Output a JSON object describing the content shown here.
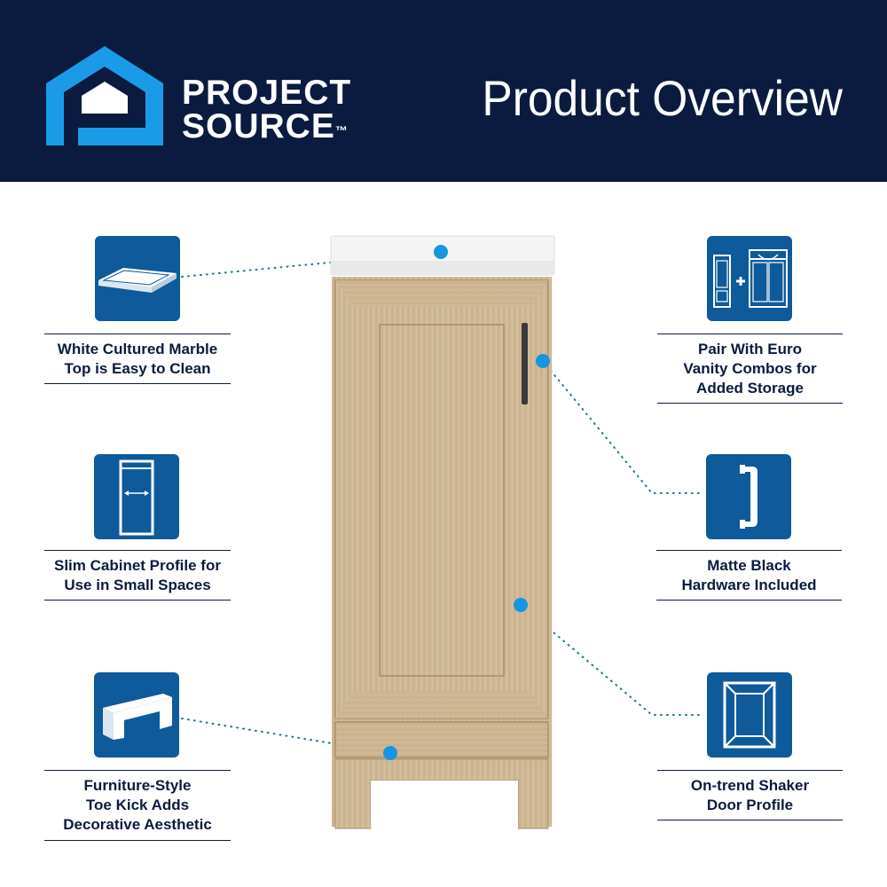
{
  "header": {
    "brand_line1": "PROJECT",
    "brand_line2": "SOURCE",
    "brand_tm": "™",
    "title": "Product Overview"
  },
  "features": {
    "marble_top": {
      "caption": "White Cultured Marble\nTop is Easy to Clean",
      "icon": "marble-slab-icon"
    },
    "slim_profile": {
      "caption": "Slim Cabinet Profile for\nUse in Small Spaces",
      "icon": "slim-cabinet-icon"
    },
    "toe_kick": {
      "caption": "Furniture-Style\nToe Kick Adds\nDecorative Aesthetic",
      "icon": "toe-kick-icon"
    },
    "pair_vanity": {
      "caption": "Pair With Euro\nVanity Combos for\nAdded Storage",
      "icon": "vanity-combo-icon"
    },
    "hardware": {
      "caption": "Matte Black\nHardware Included",
      "icon": "handle-icon"
    },
    "shaker_door": {
      "caption": "On-trend Shaker\nDoor Profile",
      "icon": "shaker-door-icon"
    }
  },
  "colors": {
    "header_bg": "#0b1b3f",
    "icon_bg": "#0e5a9a",
    "logo_blue": "#1a9be8",
    "dot_blue": "#1596e0",
    "text": "#0b1b3f"
  }
}
